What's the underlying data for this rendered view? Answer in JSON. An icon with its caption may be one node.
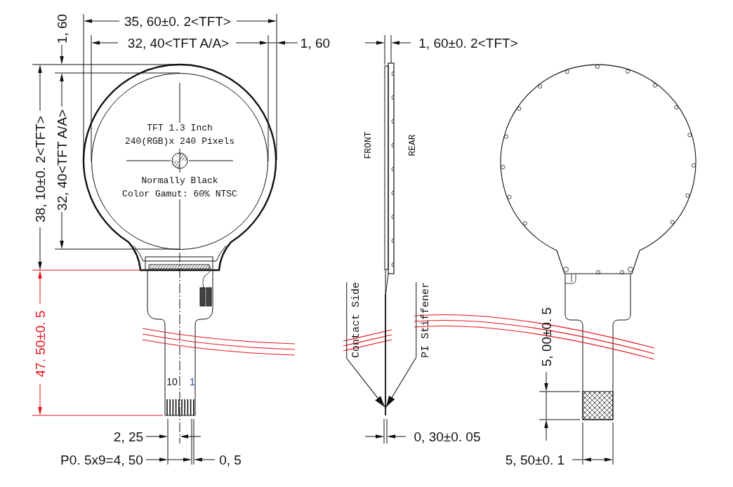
{
  "diagram": {
    "nodes": [
      {
        "text": [
          "TFT 1.3 Inch",
          "240(RGB)x 240 Pixels",
          "Normally Black",
          "Color Gamut: 60% NTSC"
        ]
      },
      {
        "text": [
          "Contact Side"
        ]
      },
      {
        "text": [
          "PI Stiffener"
        ]
      },
      {
        "text": [],
        "shape": "bar"
      }
    ],
    "edges": [
      {
        "from": 1,
        "to": 3,
        "arrow": "to"
      },
      {
        "from": 2,
        "to": 3,
        "arrow": "to"
      }
    ],
    "labels": [
      "35, 60±0. 2<TFT>",
      "1, 60",
      "32, 40<TFT A/A>",
      "1, 60",
      "1, 60±0. 2<TFT>",
      "38, 10±0. 2<TFT>",
      "32, 40<TFT A/A>",
      "FRONT",
      "REAR",
      "47. 50±0. 5",
      "5, 00±0. 5",
      "10",
      "1",
      "2, 25",
      "0, 30±0. 05",
      "P0. 5x9=4, 50",
      "0, 5",
      "5, 50±0. 1"
    ]
  }
}
